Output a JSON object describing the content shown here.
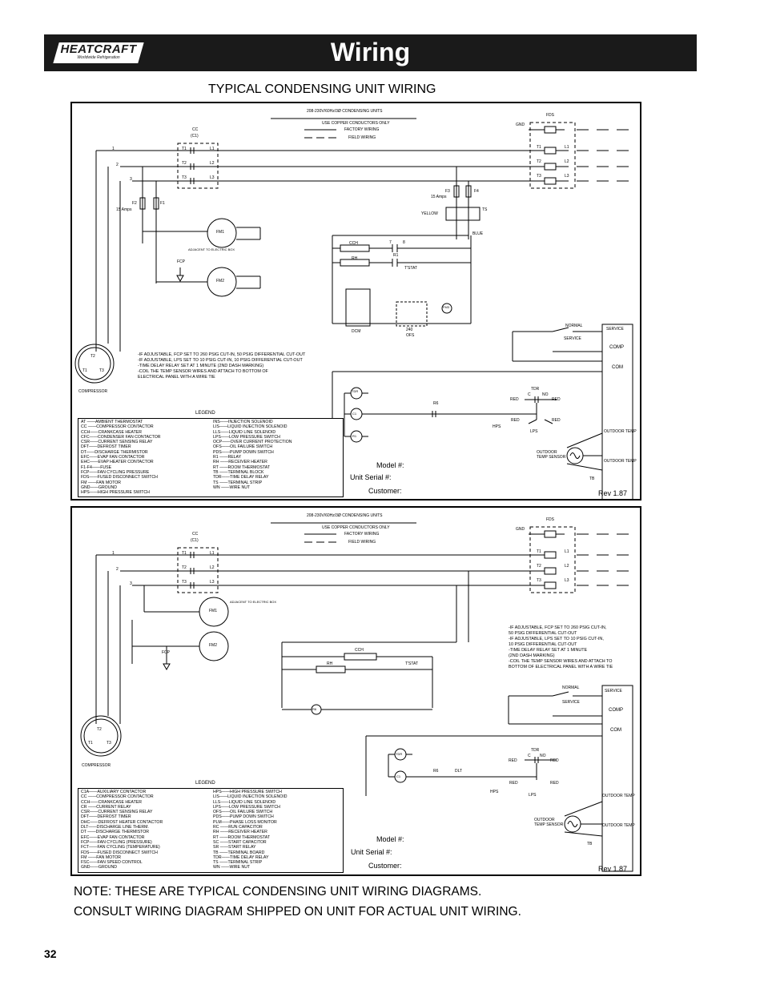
{
  "header": {
    "brand": "HEATCRAFT",
    "brand_tagline": "Worldwide Refrigeration",
    "title": "Wiring"
  },
  "subtitle": "TYPICAL CONDENSING UNIT WIRING",
  "diagram1": {
    "title": "208-230V/60Hz/3Ø CONDENSING UNITS",
    "copper_note": "USE COPPER CONDUCTORS ONLY",
    "factory_wiring": "FACTORY WIRING",
    "field_wiring": "FIELD WIRING",
    "fds": "FDS",
    "gnd": "GND",
    "cc": "CC",
    "cc_sub": "(C1)",
    "t1": "T1",
    "t2": "T2",
    "t3": "T3",
    "l1": "L1",
    "l2": "L2",
    "l3": "L3",
    "n1": "1",
    "n2": "2",
    "n3": "3",
    "f1": "F1",
    "f2": "F2",
    "f3": "F3",
    "f4": "F4",
    "fuse_amps_left": "15 Amps",
    "fuse_amps_right": "15 Amps",
    "yellow": "YELLOW",
    "blue": "BLUE",
    "ts": "TS",
    "fm1": "FM1",
    "fm2": "FM2",
    "adjacent": "ADJACENT TO ELECTRIC BOX",
    "fcp": "FCP",
    "cch": "CCH",
    "rh": "RH",
    "r1": "R1",
    "tstat": "T'STAT",
    "n7": "7",
    "n8": "8",
    "dcm": "DCM",
    "ofs": "OFS",
    "ofs_240": "240",
    "fm3": "FM3",
    "compressor": "COMPRESSOR",
    "normal": "NORMAL",
    "service": "SERVICE",
    "service_box": "SERVICE",
    "comp": "COMP",
    "com": "COM",
    "tdr": "TDR",
    "c": "C",
    "no": "NO",
    "red": "RED",
    "r6": "R6",
    "hps": "HPS",
    "lps": "LPS",
    "c1": "C1",
    "r1b": "R1",
    "outdoor_temp": "OUTDOOR TEMP",
    "outdoor_temp_sensor": "OUTDOOR TEMP SENSOR",
    "tb": "TB",
    "notes": [
      "-IF ADJUSTABLE, FCP SET TO 260 PSIG CUT-IN, 50 PSIG DIFFERENTIAL CUT-OUT",
      "-IF ADJUSTABLE, LPS SET TO 10 PSIG CUT-IN, 10 PSIG DIFFERENTIAL CUT-OUT",
      "-TIME DELAY RELAY SET AT 1 MINUTE (2ND DASH MARKING)",
      "-COIL THE TEMP SENSOR WIRES AND ATTACH TO BOTTOM OF",
      " ELECTRICAL PANEL WITH A WIRE TIE"
    ],
    "legend_title": "LEGEND",
    "legend_left": [
      "AT ——AMBIENT THERMOSTAT",
      "CC ——COMPRESSOR CONTACTOR",
      "CCH——CRANKCASE HEATER",
      "CFC——CONDENSER FAN CONTACTOR",
      "CSR——CURRENT SENSING RELAY",
      "DFT——DEFROST TIMER",
      "DT——DISCHARGE THERMISTOR",
      "EFC——EVAP FAN CONTACTOR",
      "EHC——EVAP HEATER CONTACTOR",
      "F1-F4——FUSE",
      "FCP——FAN CYCLING PRESSURE",
      "FDS——FUSED DISCONNECT SWITCH",
      "FM ——FAN MOTOR",
      "GND——GROUND",
      "HPS——HIGH PRESSURE SWITCH"
    ],
    "legend_right": [
      "INS——INJECTION SOLENOID",
      "LIS——LIQUID INJECTION SOLENOID",
      "LLS——LIQUID LINE SOLENOID",
      "LPS——LOW PRESSURE SWITCH",
      "OCP——OVER CURRENT PROTECTION",
      "OFS——OIL FAILURE SWITCH",
      "PDS——PUMP DOWN SWITCH",
      "R1 ——RELAY",
      "RH ——RECEIVER HEATER",
      "RT ——ROOM THERMOSTAT",
      "TB ——TERMINAL BLOCK",
      "TDR——TIME DELAY RELAY",
      "TS ——TERMINAL STRIP",
      "WN ——WIRE NUT"
    ],
    "model": "Model #:",
    "serial": "Unit Serial #:",
    "customer": "Customer:",
    "rev": "Rev 1.87"
  },
  "diagram2": {
    "title": "208-230V/60Hz/3Ø CONDENSING UNITS",
    "copper_note": "USE COPPER CONDUCTORS ONLY",
    "factory_wiring": "FACTORY WIRING",
    "field_wiring": "FIELD WIRING",
    "fds": "FDS",
    "gnd": "GND",
    "cc": "CC",
    "cc_sub": "(C1)",
    "t1": "T1",
    "t2": "T2",
    "t3": "T3",
    "l1": "L1",
    "l2": "L2",
    "l3": "L3",
    "n1": "1",
    "n2": "2",
    "n3": "3",
    "adjacent": "ADJACENT TO ELECTRIC BOX",
    "fm1": "FM1",
    "fm2": "FM2",
    "fcp": "FCP",
    "cch": "CCH",
    "rh": "RH",
    "tstat": "T'STAT",
    "r6": "R6",
    "compressor": "COMPRESSOR",
    "normal": "NORMAL",
    "service": "SERVICE",
    "service_box": "SERVICE",
    "comp": "COMP",
    "com": "COM",
    "tdr": "TDR",
    "c": "C",
    "no": "NO",
    "red": "RED",
    "dlt": "DLT",
    "hps": "HPS",
    "lps": "LPS",
    "c1": "C1",
    "outdoor_temp": "OUTDOOR TEMP",
    "outdoor_temp_sensor": "OUTDOOR TEMP SENSOR",
    "tb": "TB",
    "notes": [
      "-IF ADJUSTABLE, FCP SET TO 260 PSIG CUT-IN,",
      " 50 PSIG DIFFERENTIAL CUT-OUT",
      "-IF ADJUSTABLE, LPS SET TO 10 PSIG CUT-IN,",
      " 10 PSIG DIFFERENTIAL CUT-OUT",
      "-TIME DELAY RELAY SET AT 1 MINUTE",
      " (2ND DASH MARKING)",
      "-COIL THE TEMP SENSOR WIRES AND ATTACH TO",
      " BOTTOM OF ELECTRICAL PANEL WITH A WIRE TIE"
    ],
    "legend_title": "LEGEND",
    "legend_left": [
      "C1A——AUXILIARY CONTACTOR",
      "CC ——COMPRESSOR CONTACTOR",
      "CCH——CRANKCASE HEATER",
      "CR ——CURRENT RELAY",
      "CSR——CURRENT SENSING RELAY",
      "DFT——DEFROST TIMER",
      "DHC——DEFROST HEATER CONTACTOR",
      "DLT——DISCHARGE LINE THERM.",
      "DT ——DISCHARGE THERMISTOR",
      "EFC——EVAP FAN CONTACTOR",
      "FCP——FAN CYCLING (PRESSURE)",
      "FCT——FAN CYCLING (TEMPERATURE)",
      "FDS——FUSED DISCONNECT SWITCH",
      "FM ——FAN MOTOR",
      "FSC——FAN SPEED CONTROL",
      "GND——GROUND"
    ],
    "legend_right": [
      "HPS——HIGH PRESSURE SWITCH",
      "LIS——LIQUID INJECTION SOLENOID",
      "LLS——LIQUID LINE SOLENOID",
      "LPS——LOW PRESSURE SWITCH",
      "OFS——OIL FAILURE SWITCH",
      "PDS——PUMP DOWN SWITCH",
      "PLM——PHASE LOSS MONITOR",
      "RC ——RUN CAPACITOR",
      "RH ——RECEIVER HEATER",
      "RT ——ROOM THERMOSTAT",
      "SC ——START CAPACITOR",
      "SR ——START RELAY",
      "TB ——TERMINAL BOARD",
      "TDR——TIME DELAY RELAY",
      "TS ——TERMINAL STRIP",
      "WN ——WIRE NUT"
    ],
    "model": "Model #:",
    "serial": "Unit Serial #:",
    "customer": "Customer:",
    "rev": "Rev 1.87"
  },
  "note_line1": "NOTE: THESE ARE TYPICAL CONDENSING UNIT WIRING DIAGRAMS.",
  "note_line2": "CONSULT WIRING DIAGRAM SHIPPED ON UNIT FOR ACTUAL UNIT WIRING.",
  "page_number": "32"
}
